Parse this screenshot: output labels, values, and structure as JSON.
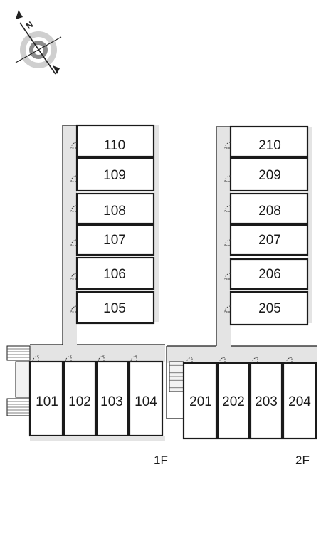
{
  "compass": {
    "label": "N",
    "icon": "compass-rose-icon"
  },
  "floors": [
    {
      "label": "1F",
      "column_units": [
        "110",
        "109",
        "108",
        "107",
        "106",
        "105"
      ],
      "row_units": [
        "101",
        "102",
        "103",
        "104"
      ]
    },
    {
      "label": "2F",
      "column_units": [
        "210",
        "209",
        "208",
        "207",
        "206",
        "205"
      ],
      "row_units": [
        "201",
        "202",
        "203",
        "204"
      ]
    }
  ],
  "colors": {
    "corridor": "#e4e4e4",
    "wall": "#1a1a1a",
    "stair": "#8a8a8a"
  }
}
